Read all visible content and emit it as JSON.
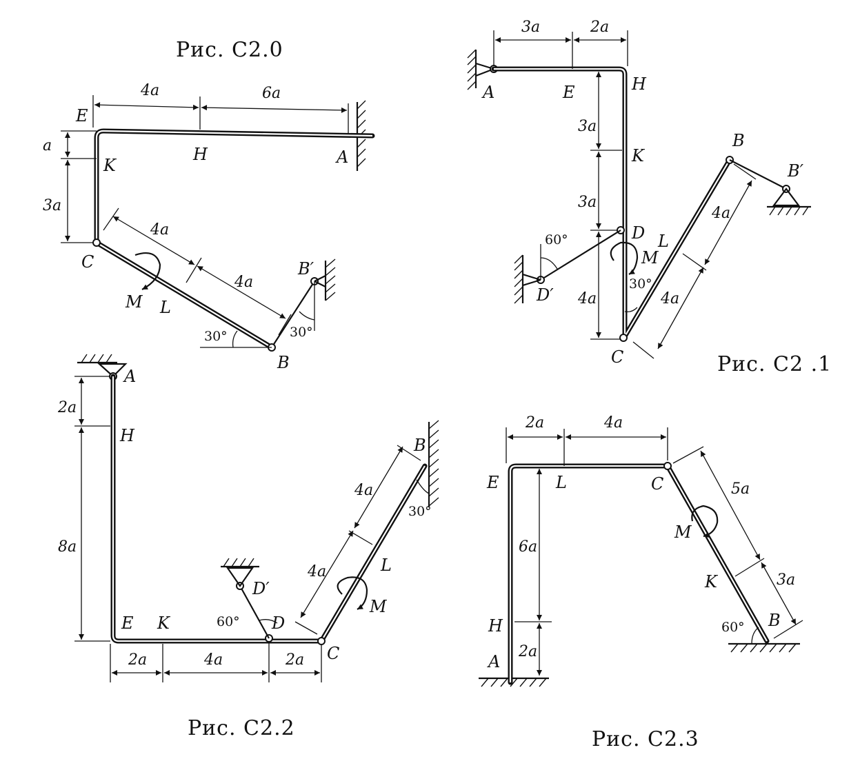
{
  "figures": [
    {
      "caption": "Рис. С2.0",
      "points": {
        "A": "A",
        "B": "B",
        "B1": "B′",
        "C": "C",
        "E": "E",
        "H": "H",
        "K": "K",
        "L": "L"
      },
      "moment": "M",
      "dims": {
        "top1": "4a",
        "top2": "6a",
        "left1": "a",
        "left2": "3a",
        "diag1": "4a",
        "diag2": "4a"
      },
      "angles": {
        "a1": "30°",
        "a2": "30°"
      }
    },
    {
      "caption": "Рис. С2 .1",
      "points": {
        "A": "A",
        "B": "B",
        "B1": "B′",
        "C": "C",
        "D": "D",
        "D1": "D′",
        "E": "E",
        "H": "H",
        "K": "K",
        "L": "L"
      },
      "moment": "M",
      "dims": {
        "top1": "3a",
        "top2": "2a",
        "v1": "3a",
        "v2": "3a",
        "v3": "4a",
        "diag1": "4a",
        "diag2": "4a"
      },
      "angles": {
        "a1": "60°",
        "a2": "30°"
      }
    },
    {
      "caption": "Рис. С2.2",
      "points": {
        "A": "A",
        "B": "B",
        "C": "C",
        "D": "D",
        "D1": "D′",
        "E": "E",
        "H": "H",
        "K": "K",
        "L": "L"
      },
      "moment": "M",
      "dims": {
        "left1": "2a",
        "left2": "8a",
        "bot1": "2a",
        "bot2": "4a",
        "bot3": "2a",
        "diag1": "4a",
        "diag2": "4a"
      },
      "angles": {
        "a1": "60°",
        "a2": "30°"
      }
    },
    {
      "caption": "Рис. С2.3",
      "points": {
        "A": "A",
        "B": "B",
        "C": "C",
        "E": "E",
        "H": "H",
        "K": "K",
        "L": "L"
      },
      "moment": "M",
      "dims": {
        "top1": "2a",
        "top2": "4a",
        "v1": "6a",
        "v2": "2a",
        "diag1": "5a",
        "diag2": "3a"
      },
      "angles": {
        "a1": "60°"
      }
    }
  ]
}
